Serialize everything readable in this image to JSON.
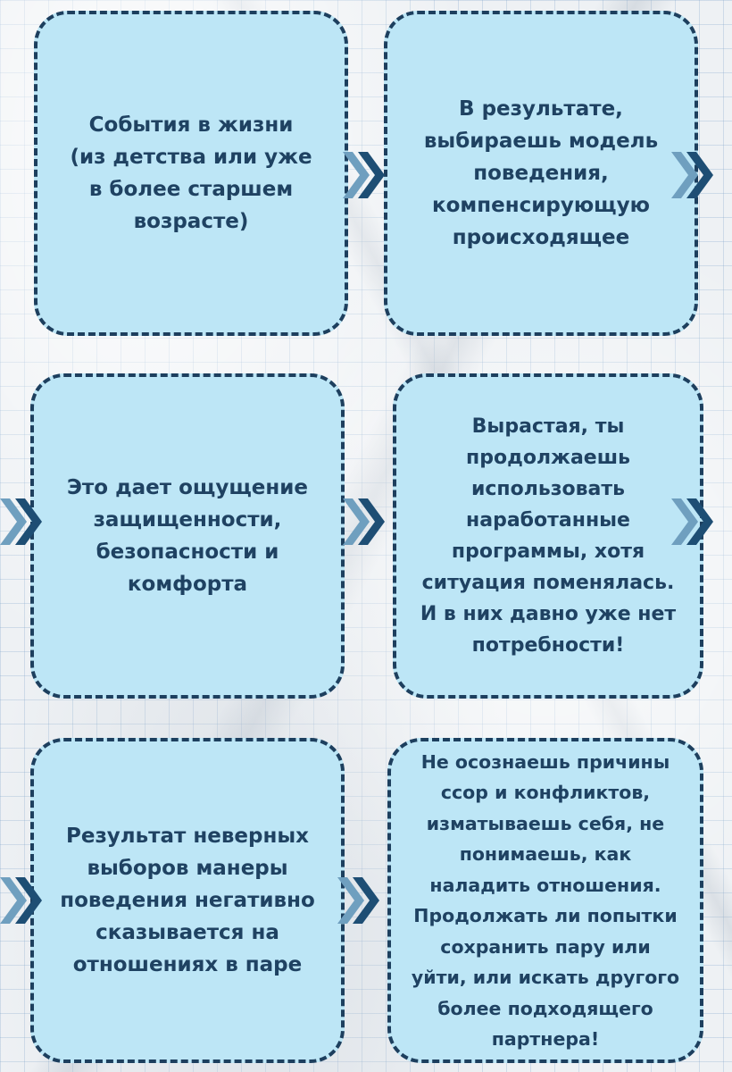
{
  "colors": {
    "box_fill": "#bde6f6",
    "box_border": "#1d3f5e",
    "text": "#1f4262",
    "arrow_light": "#6f9fbf",
    "arrow_dark": "#1e4e74"
  },
  "steps": [
    {
      "text": "События в жизни\n(из детства или уже\nв более старшем\nвозрасте)"
    },
    {
      "text": "В результате,\nвыбираешь модель\nповедения,\nкомпенсирующую\nпроисходящее"
    },
    {
      "text": "Это дает ощущение\nзащищенности,\nбезопасности и\nкомфорта"
    },
    {
      "text": "Вырастая, ты\nпродолжаешь\nиспользовать\nнаработанные\nпрограммы, хотя\nситуация поменялась.\nИ в них давно уже нет\nпотребности!"
    },
    {
      "text": "Результат неверных\nвыборов манеры\nповедения негативно\nсказывается на\nотношениях в паре"
    },
    {
      "text": "Не осознаешь причины\nссор и конфликтов,\nизматываешь себя, не\nпонимаешь, как\nналадить отношения.\nПродолжать ли попытки\nсохранить пару или\nуйти, или искать другого\nболее подходящего\nпартнера!"
    }
  ],
  "connector_icon": "double-chevron-right-icon"
}
